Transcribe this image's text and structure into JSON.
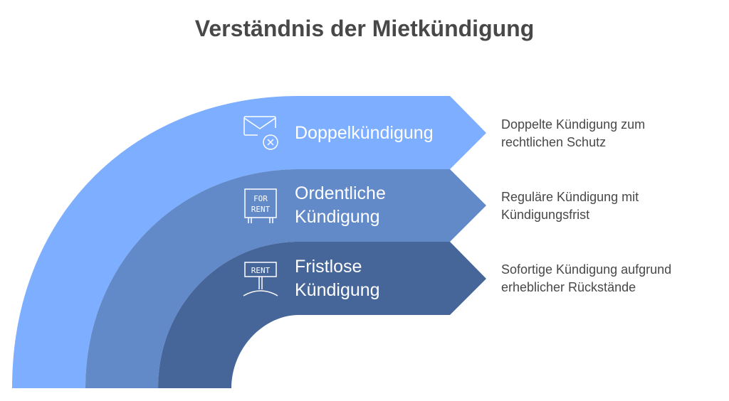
{
  "title": "Verständnis der Mietkündigung",
  "colors": {
    "outer": "#7daeff",
    "middle": "#6289c8",
    "inner": "#466699",
    "text_dark": "#484848",
    "text_light": "#ffffff"
  },
  "items": [
    {
      "label": "Doppelkündigung",
      "icon": "mail-x-icon",
      "description_line1": "Doppelte Kündigung zum",
      "description_line2": "rechtlichen Schutz"
    },
    {
      "label_line1": "Ordentliche",
      "label_line2": "Kündigung",
      "icon": "for-rent-sign-icon",
      "icon_text1": "FOR",
      "icon_text2": "RENT",
      "description_line1": "Reguläre Kündigung mit",
      "description_line2": "Kündigungsfrist"
    },
    {
      "label_line1": "Fristlose",
      "label_line2": "Kündigung",
      "icon": "rent-sign-icon",
      "icon_text1": "RENT",
      "description_line1": "Sofortige Kündigung aufgrund",
      "description_line2": "erheblicher Rückstände"
    }
  ]
}
